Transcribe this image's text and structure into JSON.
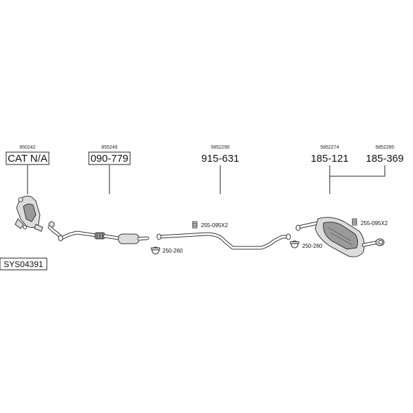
{
  "parts": {
    "catalyst": {
      "small_number": "850242",
      "main_label": "CAT N/A"
    },
    "front_pipe": {
      "small_number": "855249",
      "main_label": "090-779"
    },
    "middle_pipe": {
      "small_number": "5852290",
      "main_label": "915-631"
    },
    "rear_silencer_a": {
      "small_number": "5852274",
      "main_label": "185-121"
    },
    "rear_silencer_b": {
      "small_number": "5852285",
      "main_label": "185-369"
    }
  },
  "accessories": {
    "mount_kit_left": "255-095X2",
    "clamp_left": "250-260",
    "mount_kit_right": "255-095X2",
    "clamp_right": "250-260"
  },
  "system_code": "SYS04391"
}
